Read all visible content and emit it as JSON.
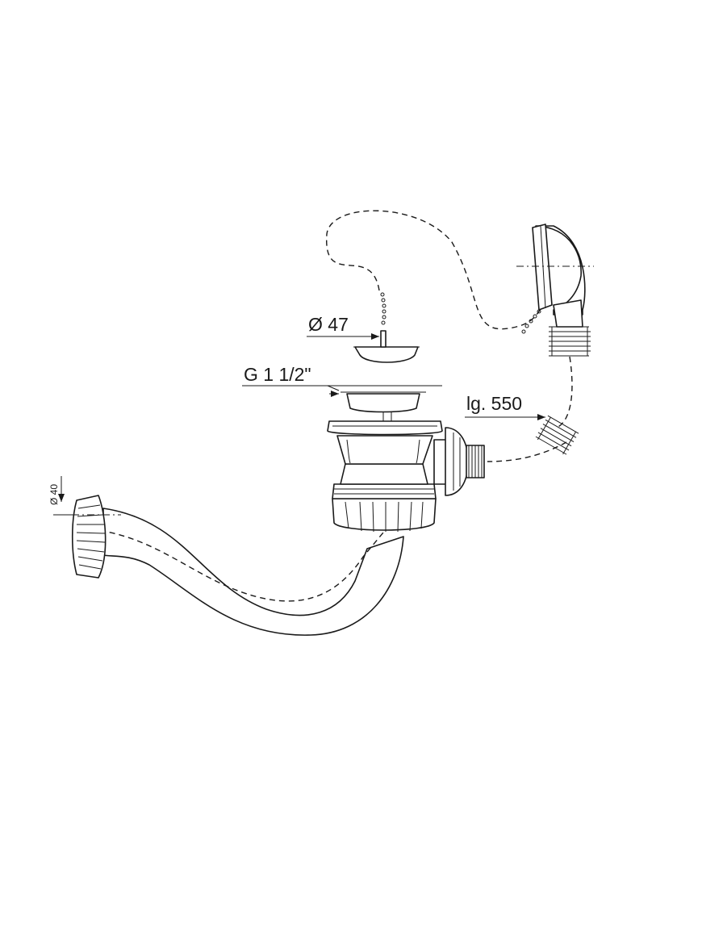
{
  "dimensions": {
    "plug_diameter": "Ø 47",
    "waste_thread": "G 1 1/2\"",
    "overflow_tube_length": "lg. 550",
    "trap_outlet_diameter": "Ø 40"
  }
}
